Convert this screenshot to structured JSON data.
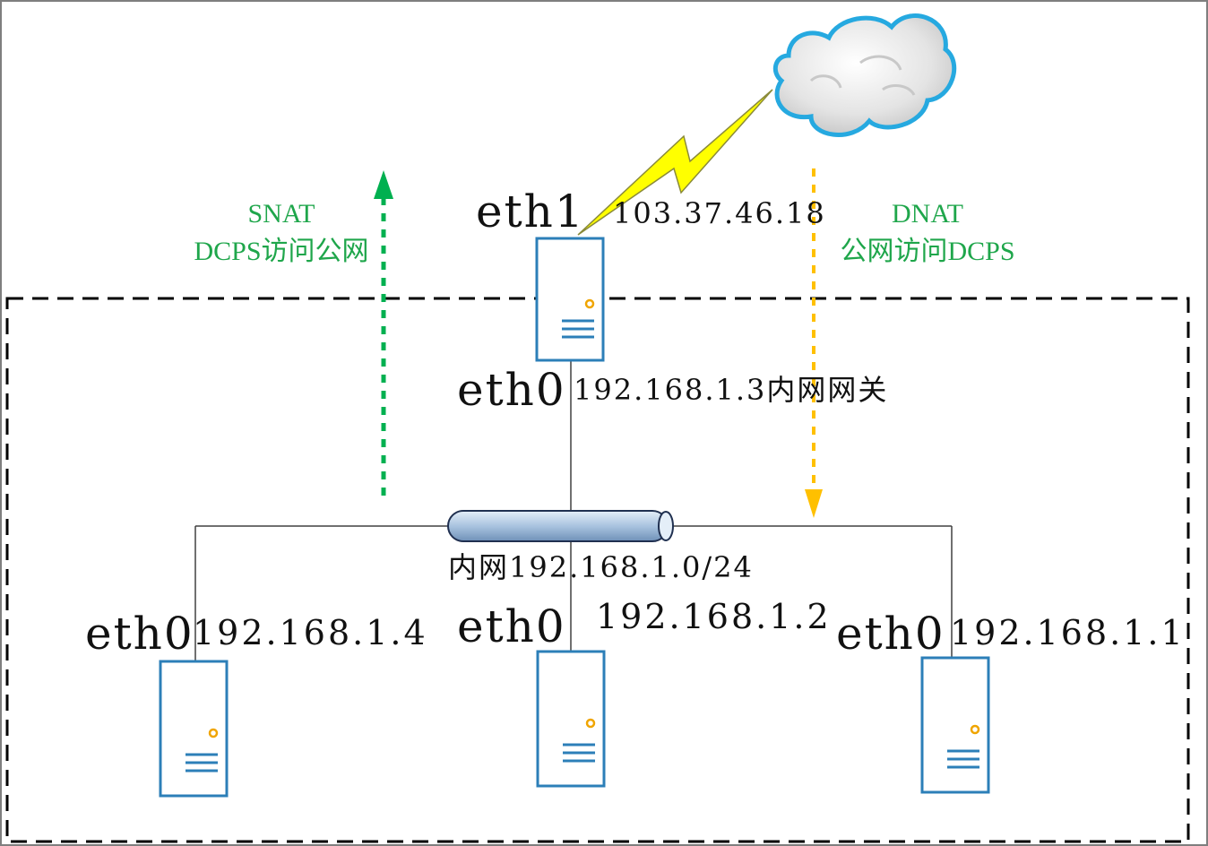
{
  "colors": {
    "server_outline": "#2c7fb8",
    "server_led": "#f0a500",
    "snat_arrow": "#00b050",
    "dnat_arrow": "#ffc000",
    "lightning": "#ffff00",
    "cloud_outline": "#26a9e0",
    "pipe_fill": "#a9c3df",
    "label_green": "#1fa64b"
  },
  "snat": {
    "line1": "SNAT",
    "line2": "DCPS访问公网"
  },
  "dnat": {
    "line1": "DNAT",
    "line2": "公网访问DCPS"
  },
  "gateway": {
    "eth1_label": "eth1",
    "eth1_ip": "103.37.46.18",
    "eth0_label": "eth0",
    "eth0_ip": "192.168.1.3内网网关"
  },
  "network": {
    "label": "内网192.168.1.0/24"
  },
  "hosts": [
    {
      "iface": "eth0",
      "ip": "192.168.1.4"
    },
    {
      "iface": "eth0",
      "ip": "192.168.1.2"
    },
    {
      "iface": "eth0",
      "ip": "192.168.1.1"
    }
  ],
  "icons": {
    "cloud": "cloud-icon",
    "server": "server-icon",
    "lightning": "lightning-icon",
    "pipe": "network-pipe-icon"
  }
}
